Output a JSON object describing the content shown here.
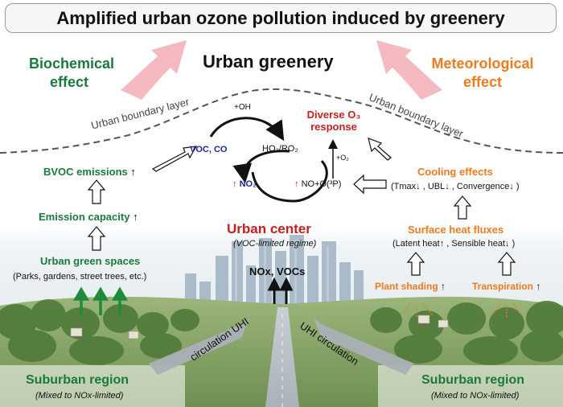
{
  "title": "Amplified urban ozone pollution induced by greenery",
  "center_heading": "Urban greenery",
  "left_effect": "Biochemical effect",
  "right_effect": "Meteorological effect",
  "boundary_layer_left": "Urban boundary layer",
  "boundary_layer_right": "Urban boundary layer",
  "chem": {
    "oh": "+OH",
    "voc_co": "VOC, CO",
    "ho2": "HO₂/RO₂",
    "no2": "NO₂",
    "no_o": "NO+O(³P)",
    "o2": "+O₂",
    "o3_line1": "Diverse O₃",
    "o3_line2": "response"
  },
  "left_chain": {
    "bvoc": "BVOC emissions",
    "capacity": "Emission capacity",
    "green_spaces": "Urban green spaces",
    "green_examples": "(Parks, gardens, street trees, etc.)"
  },
  "right_chain": {
    "cooling": "Cooling effects",
    "cooling_detail": "(Tmax↓ , UBL↓ , Convergence↓ )",
    "surface": "Surface heat fluxes",
    "surface_detail": "(Latent heat↑ , Sensible heat↓ )",
    "shading": "Plant shading",
    "transpiration": "Transpiration"
  },
  "urban_center": "Urban center",
  "urban_regime": "(VOC-limited regime)",
  "nox_vocs": "NOx, VOCs",
  "uhi_left": "circulation UHI",
  "uhi_right": "UHI circulation",
  "suburban_left": "Suburban region",
  "suburban_left_regime": "(Mixed to NOx-limited)",
  "suburban_right": "Suburban region",
  "suburban_right_regime": "(Mixed to NOx-limited)",
  "colors": {
    "green": "#1a7a3c",
    "orange": "#f07a1e",
    "red": "#c81e1e",
    "navy": "#1a2a9a",
    "pink_arrow": "#f4b6bd"
  }
}
